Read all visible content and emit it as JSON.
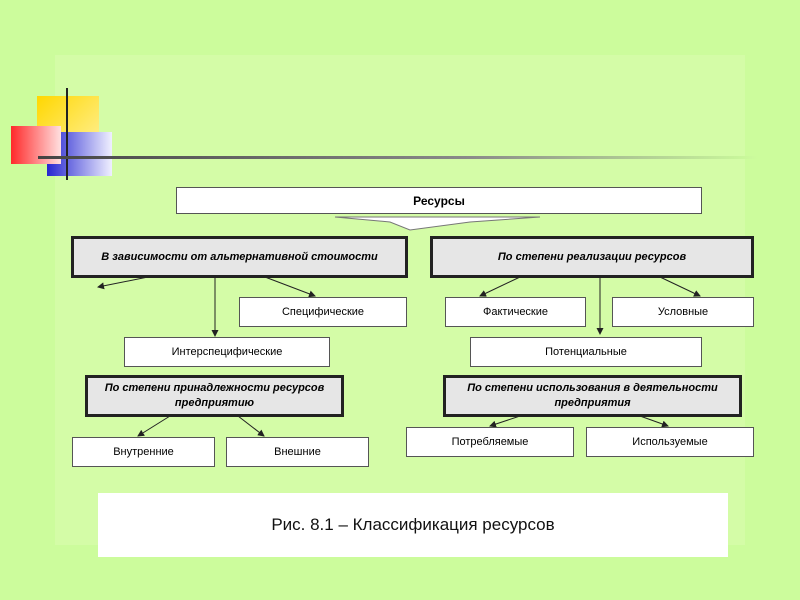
{
  "colors": {
    "background": "#ccfc9c",
    "panel": "#d4fca7",
    "deco_yellow": "#ffd700",
    "deco_red": "#ff3030",
    "deco_blue": "#2626d0"
  },
  "diagram": {
    "root": "Ресурсы",
    "groups": [
      {
        "label": "В зависимости от альтернативной стоимости",
        "children": [
          "Специфические",
          "Интерспецифические"
        ]
      },
      {
        "label": "По степени реализации ресурсов",
        "children": [
          "Фактические",
          "Условные",
          "Потенциальные"
        ]
      },
      {
        "label": "По степени принадлежности ресурсов предприятию",
        "children": [
          "Внутренние",
          "Внешние"
        ]
      },
      {
        "label": "По степени использования в деятельности предприятия",
        "children": [
          "Потребляемые",
          "Используемые"
        ]
      }
    ]
  },
  "caption": "Рис. 8.1 – Классификация ресурсов"
}
